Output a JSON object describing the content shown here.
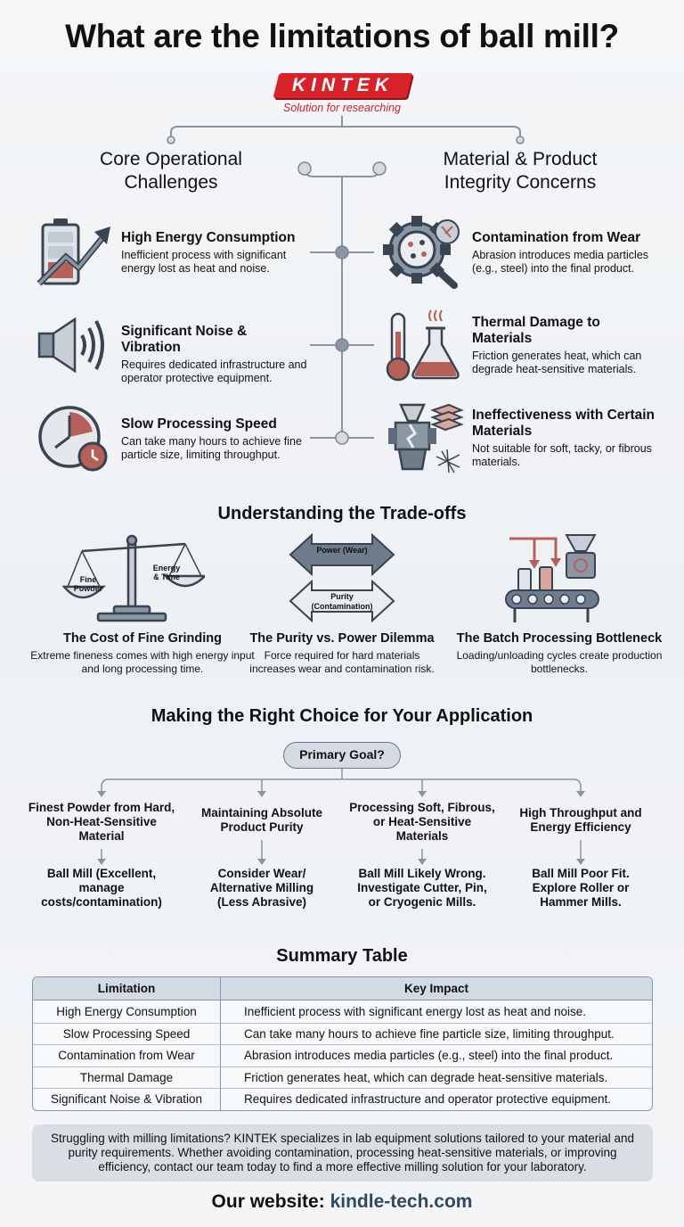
{
  "title": "What are the limitations of ball mill?",
  "logo": {
    "name": "KINTEK",
    "tagline": "Solution for researching"
  },
  "left_column": {
    "heading": "Core Operational Challenges",
    "items": [
      {
        "title": "High Energy Consumption",
        "desc": "Inefficient process with significant energy lost as heat and noise."
      },
      {
        "title": "Significant Noise & Vibration",
        "desc": "Requires dedicated infrastructure and operator protective equipment."
      },
      {
        "title": "Slow Processing Speed",
        "desc": "Can take many hours to achieve fine particle size, limiting throughput."
      }
    ]
  },
  "right_column": {
    "heading": "Material & Product Integrity Concerns",
    "items": [
      {
        "title": "Contamination from Wear",
        "desc": "Abrasion introduces media particles (e.g., steel) into the final product."
      },
      {
        "title": "Thermal Damage to Materials",
        "desc": "Friction generates heat, which can degrade heat-sensitive materials."
      },
      {
        "title": "Ineffectiveness with Certain Materials",
        "desc": "Not suitable for soft, tacky, or fibrous materials."
      }
    ]
  },
  "tradeoffs": {
    "heading": "Understanding the Trade-offs",
    "scale_labels": {
      "left": "Fine Powder",
      "right": "Energy & Time"
    },
    "arrow_labels": {
      "top": "Power (Wear)",
      "bottom": "Purity (Contamination)"
    },
    "items": [
      {
        "title": "The Cost of Fine Grinding",
        "desc": "Extreme fineness comes with high energy input and long processing time."
      },
      {
        "title": "The Purity vs. Power Dilemma",
        "desc": "Force required for hard materials increases wear and contamination risk."
      },
      {
        "title": "The Batch Processing Bottleneck",
        "desc": "Loading/unloading cycles create production bottlenecks."
      }
    ]
  },
  "choice": {
    "heading": "Making the Right Choice for Your Application",
    "goal": "Primary Goal?",
    "branches": [
      {
        "goal": "Finest Powder from Hard, Non-Heat-Sensitive Material",
        "result": "Ball Mill (Excellent, manage costs/contamination)"
      },
      {
        "goal": "Maintaining Absolute Product Purity",
        "result": "Consider Wear/ Alternative Milling (Less Abrasive)"
      },
      {
        "goal": "Processing Soft, Fibrous, or Heat-Sensitive Materials",
        "result": "Ball Mill Likely Wrong. Investigate Cutter, Pin, or Cryogenic Mills."
      },
      {
        "goal": "High Throughput and Energy Efficiency",
        "result": "Ball Mill Poor Fit. Explore Roller or Hammer Mills."
      }
    ]
  },
  "summary": {
    "heading": "Summary Table",
    "columns": [
      "Limitation",
      "Key Impact"
    ],
    "rows": [
      [
        "High Energy Consumption",
        "Inefficient process with significant energy lost as heat and noise."
      ],
      [
        "Slow Processing Speed",
        "Can take many hours to achieve fine particle size, limiting throughput."
      ],
      [
        "Contamination from Wear",
        "Abrasion introduces media particles (e.g., steel) into the final product."
      ],
      [
        "Thermal Damage",
        "Friction generates heat, which can degrade heat-sensitive materials."
      ],
      [
        "Significant Noise & Vibration",
        "Requires dedicated infrastructure and operator protective equipment."
      ]
    ]
  },
  "cta": "Struggling with milling limitations? KINTEK specializes in lab equipment solutions tailored to your material and purity requirements. Whether avoiding contamination, processing heat-sensitive materials, or improving efficiency, contact our team today to find a more effective milling solution for your laboratory.",
  "website": {
    "label": "Our website:",
    "url": "kindle-tech.com"
  },
  "colors": {
    "brand_red": "#d8222a",
    "accent_rust": "#b5615a",
    "slate": "#5d6b7a",
    "dark": "#3a4350"
  }
}
